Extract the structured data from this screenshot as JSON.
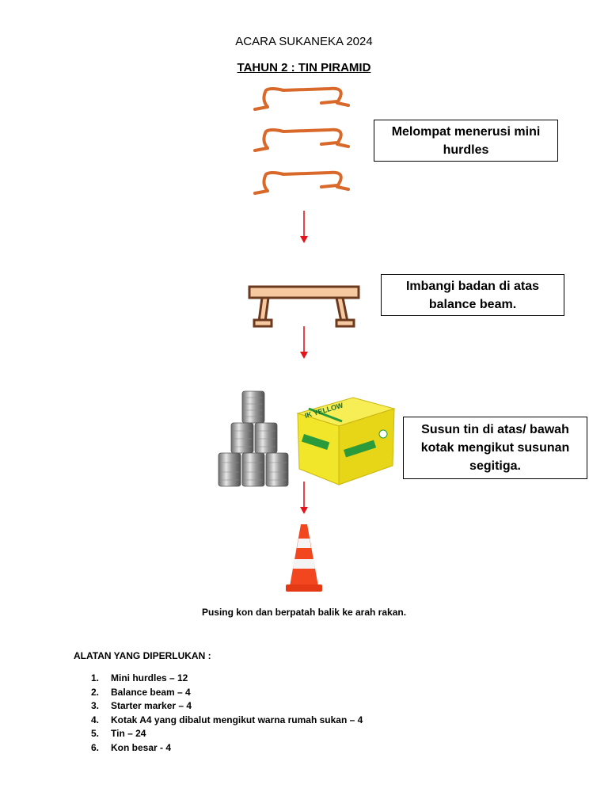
{
  "document": {
    "title": "ACARA SUKANEKA 2024",
    "subtitle": "TAHUN 2 : TIN PIRAMID"
  },
  "stations": [
    {
      "label": "Melompat menerusi mini hurdles"
    },
    {
      "label": "Imbangi badan di atas balance beam."
    },
    {
      "label": "Susun tin di atas/ bawah kotak mengikut susunan segitiga."
    }
  ],
  "caption": "Pusing kon dan berpatah balik ke arah rakan.",
  "equipment": {
    "heading": "ALATAN YANG DIPERLUKAN :",
    "items": [
      {
        "num": "1.",
        "text": "Mini hurdles – 12"
      },
      {
        "num": "2.",
        "text": "Balance beam – 4"
      },
      {
        "num": "3.",
        "text": "Starter marker – 4"
      },
      {
        "num": "4.",
        "text": "Kotak A4 yang dibalut mengikut warna rumah sukan – 4"
      },
      {
        "num": "5.",
        "text": "Tin – 24"
      },
      {
        "num": "6.",
        "text": "Kon besar - 4"
      }
    ]
  },
  "box_brand": "IK YELLOW",
  "colors": {
    "hurdle": "#d9692a",
    "arrow": "#e3151a",
    "beam_fill": "#f6c9a0",
    "beam_stroke": "#6b3a1e",
    "cone": "#f1461e",
    "paper_box": "#f2e62a"
  }
}
